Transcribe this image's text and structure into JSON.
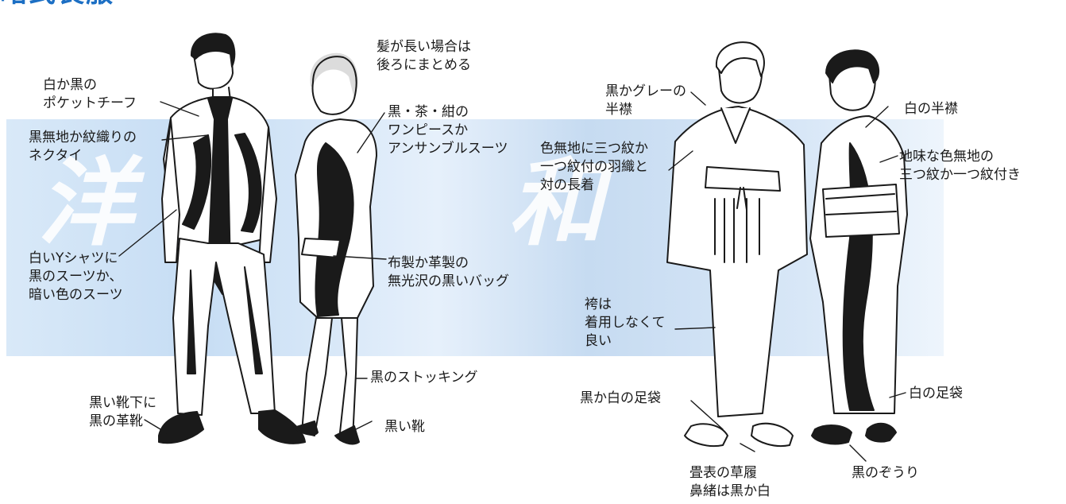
{
  "header": {
    "title": "略式喪服"
  },
  "watermarks": {
    "western": "洋",
    "japanese": "和"
  },
  "labels": {
    "pocket_chief": "白か黒の\nポケットチーフ",
    "necktie": "黒無地か紋織りの\nネクタイ",
    "shirt_suit": "白いYシャツに\n黒のスーツか、\n暗い色のスーツ",
    "socks_shoes": "黒い靴下に\n黒の革靴",
    "long_hair": "髪が長い場合は\n後ろにまとめる",
    "dress": "黒・茶・紺の\nワンピースか\nアンサンブルスーツ",
    "bag": "布製か革製の\n無光沢の黒いバッグ",
    "stockings": "黒のストッキング",
    "women_shoes": "黒い靴",
    "collar_men": "黒かグレーの\n半襟",
    "haori": "色無地に三つ紋か\n一つ紋付の羽織と\n対の長着",
    "hakama": "袴は\n着用しなくて\n良い",
    "tabi_men": "黒か白の足袋",
    "zori_men": "畳表の草履\n鼻緒は黒か白",
    "collar_women": "白の半襟",
    "kimono_women": "地味な色無地の\n三つ紋か一つ紋付き",
    "tabi_women": "白の足袋",
    "zori_women": "黒のぞうり"
  },
  "colors": {
    "title": "#1c6fc4",
    "band": "#c6ddf4",
    "ink": "#1a1a1a"
  }
}
